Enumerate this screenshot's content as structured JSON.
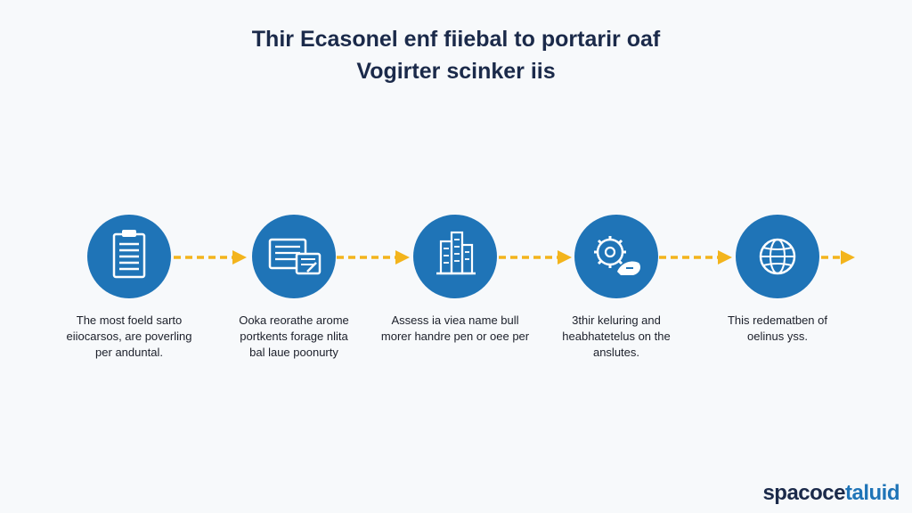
{
  "title": {
    "line1": "Thir Ecasonel enf fiiebal to portarir oaf",
    "line2": "Vogirter scinker iis"
  },
  "steps": [
    {
      "icon": "clipboard-icon",
      "caption": [
        "The most foeld sarto",
        "eiiocarsos, are poverling",
        "per anduntal."
      ]
    },
    {
      "icon": "documents-icon",
      "caption": [
        "Ooka reorathe arome",
        "portkents forage nlita",
        "bal laue poonurty"
      ]
    },
    {
      "icon": "buildings-icon",
      "caption": [
        "Assess ia viea name bull",
        "morer handre pen or oee per",
        ""
      ]
    },
    {
      "icon": "gear-hand-icon",
      "caption": [
        "3thir keluring and",
        "heabhatetelus on the",
        "anslutes."
      ]
    },
    {
      "icon": "globe-icon",
      "caption": [
        "This redematben of",
        "oelinus yss.",
        ""
      ]
    }
  ],
  "brand": {
    "part1": "spacoce",
    "part2": "taluid"
  },
  "colors": {
    "circle": "#1f74b7",
    "arrow": "#f3b41c",
    "title": "#1b2a4a"
  }
}
